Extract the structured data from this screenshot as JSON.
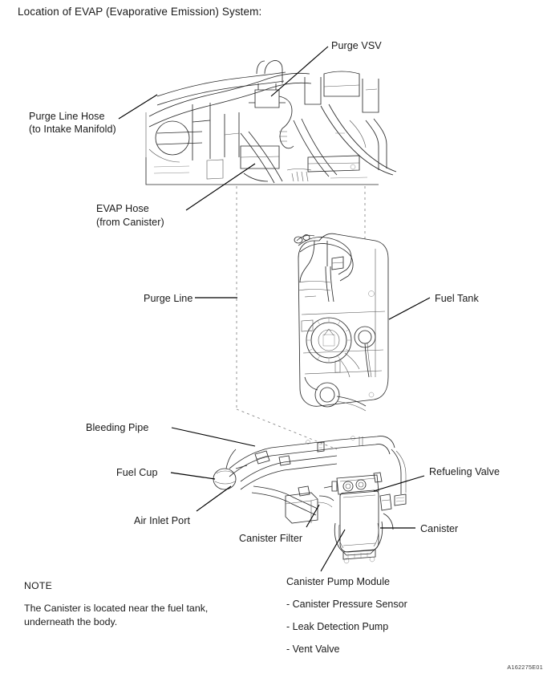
{
  "document": {
    "title": "Location of EVAP (Evaporative Emission) System:",
    "figure_code": "A162275E01"
  },
  "callouts": [
    {
      "id": "purge-vsv",
      "text": "Purge VSV"
    },
    {
      "id": "purge-line-hose",
      "line1": "Purge Line Hose",
      "line2": "(to Intake Manifold)"
    },
    {
      "id": "evap-hose",
      "line1": "EVAP Hose",
      "line2": "(from Canister)"
    },
    {
      "id": "purge-line",
      "text": "Purge Line"
    },
    {
      "id": "fuel-tank",
      "text": "Fuel Tank"
    },
    {
      "id": "bleeding-pipe",
      "text": "Bleeding Pipe"
    },
    {
      "id": "fuel-cup",
      "text": "Fuel Cup"
    },
    {
      "id": "air-inlet-port",
      "text": "Air Inlet Port"
    },
    {
      "id": "canister-filter",
      "text": "Canister Filter"
    },
    {
      "id": "refueling-valve",
      "text": "Refueling Valve"
    },
    {
      "id": "canister",
      "text": "Canister"
    },
    {
      "id": "canister-pump-module",
      "text": "Canister Pump Module"
    }
  ],
  "pump_module_components": [
    "- Canister Pressure Sensor",
    "- Leak Detection Pump",
    "- Vent Valve"
  ],
  "note": {
    "heading": "NOTE",
    "line1": "The Canister is located near the fuel tank,",
    "line2": "underneath the body."
  },
  "colors": {
    "ink": "#1a1a1a",
    "line": "#2a2a2a",
    "background": "#ffffff",
    "dashed_guide": "#8a8a8a"
  }
}
